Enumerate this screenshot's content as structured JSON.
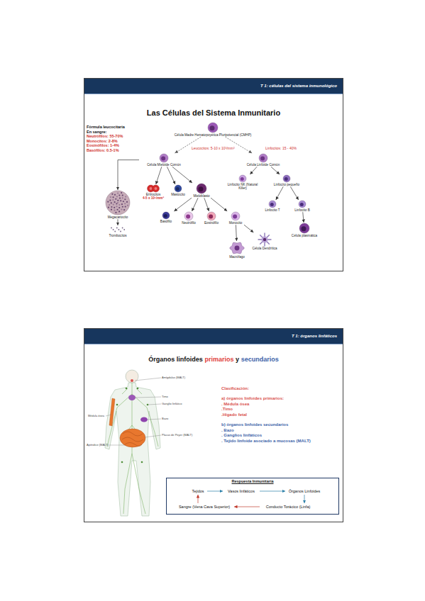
{
  "diagram": {
    "nodes": [
      {
        "text": [
          "T 1: células del sistema inmunológico",
          "Las Células del Sistema Inmunitario"
        ]
      },
      {
        "text": [
          "Célula Madre Hematopoyética Pluripotencial (CMHP)"
        ],
        "in": 0
      },
      {
        "text": [
          "Célula Mieloide Común"
        ],
        "in": 0
      },
      {
        "text": [
          "Célula Linfoide Común"
        ],
        "in": 0
      },
      {
        "text": [
          "Megacariocito"
        ],
        "in": 0
      },
      {
        "text": [
          "Trombocitos"
        ],
        "in": 0
      },
      {
        "text": [
          "Eritrocitos",
          "4-5 x 10⁶/mm³"
        ],
        "in": 0
      },
      {
        "text": [
          "Mastocito"
        ],
        "in": 0
      },
      {
        "text": [
          "Mieloblasto"
        ],
        "in": 0
      },
      {
        "text": [
          "Basófilo"
        ],
        "in": 0
      },
      {
        "text": [
          "Neutrófilo"
        ],
        "in": 0
      },
      {
        "text": [
          "Eosinófilo"
        ],
        "in": 0
      },
      {
        "text": [
          "Monocito"
        ],
        "in": 0
      },
      {
        "text": [
          "Macrófago"
        ],
        "in": 0
      },
      {
        "text": [
          "Célula Dendrítica"
        ],
        "in": 0
      },
      {
        "text": [
          "Linfocito NK (Natural Killer)"
        ],
        "in": 0
      },
      {
        "text": [
          "Linfocito pequeño"
        ],
        "in": 0
      },
      {
        "text": [
          "Linfocito T"
        ],
        "in": 0
      },
      {
        "text": [
          "Linfocito B"
        ],
        "in": 0
      },
      {
        "text": [
          "Célula plasmática"
        ],
        "in": 0
      },
      {
        "text": [
          "T 1: órganos linfáticos"
        ]
      },
      {
        "text": [
          "Respuesta Inmunitaria"
        ],
        "in": 20
      },
      {
        "text": [
          "Tejidos"
        ],
        "in": 21
      },
      {
        "text": [
          "Vasos linfáticos"
        ],
        "in": 21
      },
      {
        "text": [
          "Órganos Linfoides"
        ],
        "in": 21
      },
      {
        "text": [
          "Conducto Torácico (Linfa)"
        ],
        "in": 21
      },
      {
        "text": [
          "Sangre (Vena Cava Superior)"
        ],
        "in": 21
      }
    ],
    "edges": [
      {
        "from": 1,
        "to": 2,
        "arrow": "to"
      },
      {
        "from": 1,
        "to": 3,
        "arrow": "to"
      },
      {
        "from": 2,
        "to": 4,
        "arrow": "to"
      },
      {
        "from": 4,
        "to": 5,
        "arrow": "to"
      },
      {
        "from": 2,
        "to": 6,
        "arrow": "to"
      },
      {
        "from": 2,
        "to": 7,
        "arrow": "to"
      },
      {
        "from": 2,
        "to": 8,
        "arrow": "to"
      },
      {
        "from": 8,
        "to": 9,
        "arrow": "to"
      },
      {
        "from": 8,
        "to": 10,
        "arrow": "to"
      },
      {
        "from": 8,
        "to": 11,
        "arrow": "to"
      },
      {
        "from": 8,
        "to": 12,
        "arrow": "to"
      },
      {
        "from": 12,
        "to": 13,
        "arrow": "to"
      },
      {
        "from": 12,
        "to": 14,
        "arrow": "to"
      },
      {
        "from": 3,
        "to": 15,
        "arrow": "to"
      },
      {
        "from": 3,
        "to": 16,
        "arrow": "to"
      },
      {
        "from": 16,
        "to": 17,
        "arrow": "to"
      },
      {
        "from": 16,
        "to": 18,
        "arrow": "to"
      },
      {
        "from": 18,
        "to": 19,
        "arrow": "to"
      },
      {
        "from": 22,
        "to": 23,
        "arrow": "to"
      },
      {
        "from": 23,
        "to": 24,
        "arrow": "to"
      },
      {
        "from": 24,
        "to": 25,
        "arrow": "to"
      },
      {
        "from": 25,
        "to": 26,
        "arrow": "to"
      },
      {
        "from": 26,
        "to": 22,
        "arrow": "to"
      }
    ],
    "labels": [
      "Fórmula leucocitaria",
      "En sangre:",
      "Neutrófilos: 55-70%",
      "Monocitos: 2-8%",
      "Eosinófilos: 1-4%",
      "Basófilos: 0.5-1%",
      "Leucocitos: 5-10 x 10³/mm³",
      "Linfocitos: 15 - 40%",
      "Órganos linfoides",
      "primarios",
      "y",
      "secundarios",
      "Clasificación:",
      "a) órganos linfoides primarios:",
      ". Médula ósea",
      ".Timo",
      ".Hígado fetal",
      "b) órganos linfoides secundarios",
      ". Bazo",
      ". Ganglios linfáticos",
      ". Tejido linfoide asociado a mucosas (MALT)",
      "Amígdalas (MALT)",
      "Timo",
      "Ganglio linfático",
      "Médula ósea",
      "Bazo",
      "Placas de Peyer (MALT)",
      "Apéndice (MALT)"
    ]
  }
}
